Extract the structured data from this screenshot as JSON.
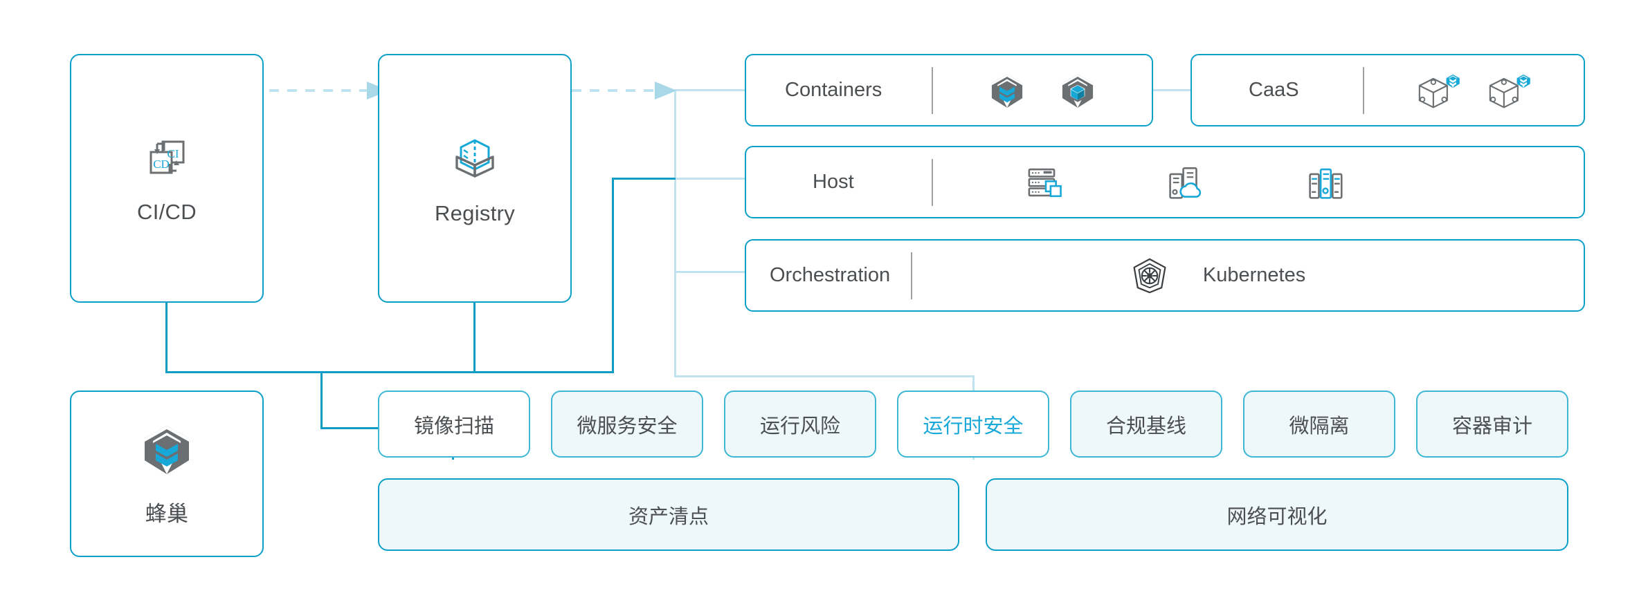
{
  "theme": {
    "accent": "#0CA0C8",
    "accent_light": "#BFE3EF",
    "chip_border": "#3DB7D4",
    "chip_fill": "#EEF7FA",
    "text": "#4c4f52",
    "icon_grey": "#6b6f72",
    "icon_blue": "#18A8D8",
    "highlight_text": "#18A8D8",
    "canvas": "#ffffff"
  },
  "pipeline": {
    "cicd": {
      "label": "CI/CD",
      "icon": "cicd-icon",
      "icon_badge_top": "CI",
      "icon_badge_bottom": "CD"
    },
    "registry": {
      "label": "Registry",
      "icon": "open-box-icon"
    },
    "flow_arrow": "dashed-arrow"
  },
  "product": {
    "label": "蜂巢",
    "icon": "honeycomb-shield-logo"
  },
  "layers": [
    {
      "id": "containers",
      "label": "Containers",
      "icons": [
        "honeycomb-hex-icon",
        "cube-hex-icon"
      ]
    },
    {
      "id": "host",
      "label": "Host",
      "icons": [
        "virtualization-server-icon",
        "cloud-server-icon",
        "physical-server-icon"
      ]
    },
    {
      "id": "orchestration",
      "label": "Orchestration",
      "icons": [
        "kubernetes-helm-icon"
      ],
      "value_label": "Kubernetes"
    }
  ],
  "caas": {
    "label": "CaaS",
    "icons": [
      "cube-badge-icon",
      "cube-badge-icon"
    ]
  },
  "capabilities": [
    {
      "label": "镜像扫描",
      "style": "plain"
    },
    {
      "label": "微服务安全",
      "style": "tinted"
    },
    {
      "label": "运行风险",
      "style": "tinted"
    },
    {
      "label": "运行时安全",
      "style": "active"
    },
    {
      "label": "合规基线",
      "style": "tinted"
    },
    {
      "label": "微隔离",
      "style": "tinted"
    },
    {
      "label": "容器审计",
      "style": "tinted"
    }
  ],
  "platform_bars": [
    {
      "label": "资产清点"
    },
    {
      "label": "网络可视化"
    }
  ]
}
